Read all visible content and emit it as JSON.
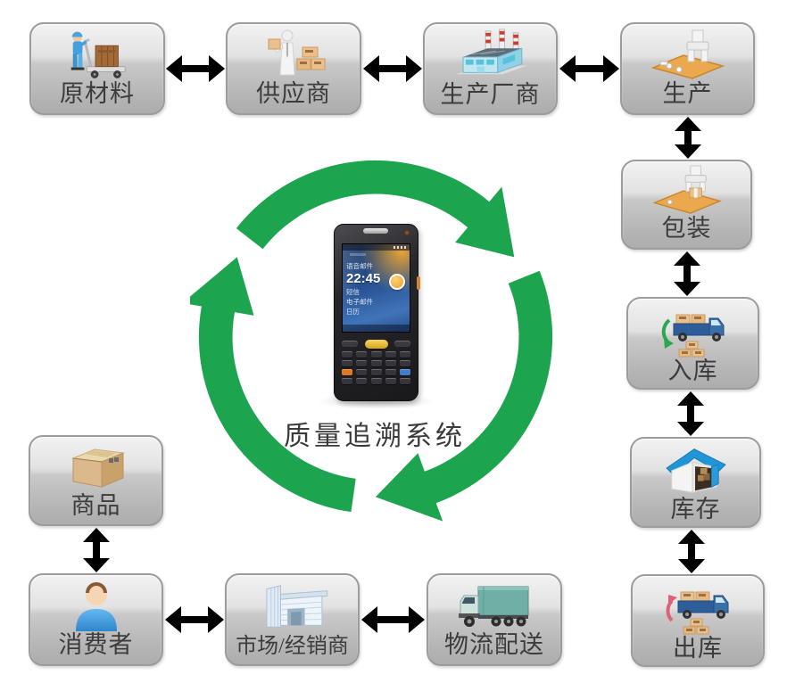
{
  "title": "质量追溯系统",
  "nodes": {
    "raw_material": {
      "label": "原材料",
      "icon": "worker-cart-icon"
    },
    "supplier": {
      "label": "供应商",
      "icon": "supplier-person-boxes-icon"
    },
    "manufacturer": {
      "label": "生产厂商",
      "icon": "factory-icon"
    },
    "production": {
      "label": "生产",
      "icon": "assembly-machine-icon"
    },
    "packaging": {
      "label": "包装",
      "icon": "packing-machine-icon"
    },
    "inbound": {
      "label": "入库",
      "icon": "truck-inbound-icon"
    },
    "inventory": {
      "label": "库存",
      "icon": "warehouse-icon"
    },
    "outbound": {
      "label": "出库",
      "icon": "truck-outbound-icon"
    },
    "goods": {
      "label": "商品",
      "icon": "carton-box-icon"
    },
    "consumer": {
      "label": "消费者",
      "icon": "person-avatar-icon"
    },
    "market": {
      "label": "市场/经销商",
      "icon": "mall-building-icon"
    },
    "logistics": {
      "label": "物流配送",
      "icon": "delivery-truck-icon"
    }
  },
  "device": {
    "clock": "22:45",
    "screen_items": [
      "语音邮件",
      "短信",
      "电子邮件",
      "日历"
    ]
  },
  "connections": [
    [
      "raw_material",
      "supplier"
    ],
    [
      "supplier",
      "manufacturer"
    ],
    [
      "manufacturer",
      "production"
    ],
    [
      "production",
      "packaging"
    ],
    [
      "packaging",
      "inbound"
    ],
    [
      "inbound",
      "inventory"
    ],
    [
      "inventory",
      "outbound"
    ],
    [
      "goods",
      "consumer"
    ],
    [
      "consumer",
      "market"
    ],
    [
      "market",
      "logistics"
    ]
  ],
  "cycle": {
    "direction": "clockwise",
    "segments": 3
  },
  "colors": {
    "cycle_green": "#1ca44f",
    "arrow_black": "#000000",
    "node_border": "#9c9c9c",
    "title_text": "#3a3a3a",
    "truck_blue": "#3a6ea8",
    "carton_tan": "#ecc08c",
    "board_orange": "#eaa94e",
    "roof_blue": "#1f96d8"
  }
}
